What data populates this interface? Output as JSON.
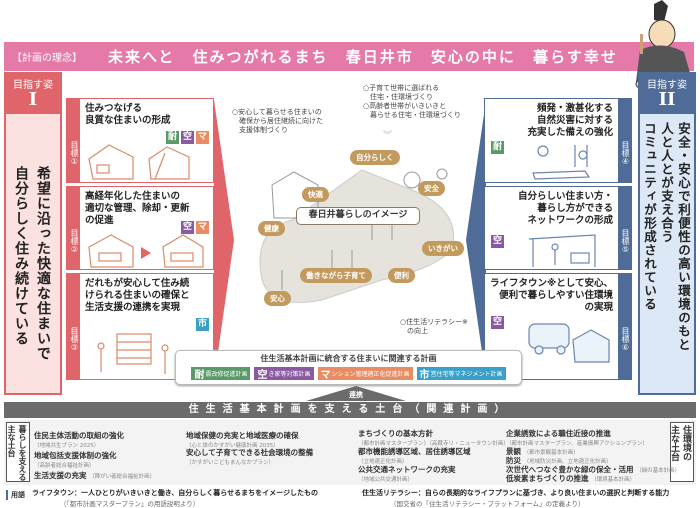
{
  "banner": {
    "label": "【計画の理念】",
    "motto": "未来へと 住みつがれるまち 春日井市 安心の中に 暮らす幸せ"
  },
  "vision_left": {
    "head": "目指す姿",
    "numeral": "I",
    "text": "希望に沿った快適な住まいで\n自分らしく住み続けている"
  },
  "vision_right": {
    "head": "目指す姿",
    "numeral": "II",
    "text": "安全・安心で利便性の高い環境のもと\n人と人とが支え合う\nコミュニティが形成されている"
  },
  "goals_left": [
    {
      "label": "目標①",
      "title": "住みつなげる\n良質な住まいの形成",
      "tags": [
        "耐",
        "空",
        "マ"
      ]
    },
    {
      "label": "目標②",
      "title": "高経年化した住まいの\n適切な管理、除却・更新\nの促進",
      "tags": [
        "空",
        "マ"
      ]
    },
    {
      "label": "目標③",
      "title": "だれもが安心して住み続\nけられる住まいの確保と\n生活支援の連携を実現",
      "tags": [
        "市"
      ]
    }
  ],
  "goals_right": [
    {
      "label": "目標④",
      "title": "頻発・激甚化する\n自然災害に対する\n充実した備えの強化",
      "tags": [
        "耐"
      ]
    },
    {
      "label": "目標⑤",
      "title": "自分らしい住まい方・\n暮らし方ができる\nネットワークの形成",
      "tags": [
        "空"
      ]
    },
    {
      "label": "目標⑥",
      "title": "ライフタウン※として安心、\n便利で暮らしやすい住環境\nの実現",
      "tags": [
        "空"
      ]
    }
  ],
  "center": {
    "note_left": "○安心して暮らせる住まいの\n　確保から居住継続に向けた\n　支援体制づくり",
    "note_top": "○子育て世帯に選ばれる\n　住宅・住環境づくり\n○高齢者世帯がいきいきと\n　暮らせる住宅・住環境づくり",
    "note_bottom": "○住生活リテラシー※\n　の向上",
    "title": "春日井暮らしのイメージ",
    "chips": [
      "自分らしく",
      "快適",
      "安全",
      "健康",
      "いきがい",
      "働きながら子育て",
      "便利",
      "安心"
    ]
  },
  "plans": {
    "heading": "住生活基本計画に統合する住まいに関連する計画",
    "items": [
      {
        "mark": "耐",
        "name": "震改修促進計画",
        "color": "#5a9a6a"
      },
      {
        "mark": "空",
        "name": "き家等対策計画",
        "color": "#8a5aa0"
      },
      {
        "mark": "マ",
        "name": "ンション管理適正化促進計画",
        "color": "#e88c64"
      },
      {
        "mark": "市",
        "name": "営住宅等マネジメント計画",
        "color": "#3aa0c8"
      }
    ]
  },
  "renkei": "連携",
  "band": "住生活基本計画を支える土台（関連計画）",
  "foundation_left": {
    "label": "暮らしを支える\n主な土台",
    "items": [
      {
        "title": "住民主体活動の取組の強化",
        "sub": "（地域共生プラン 2025）"
      },
      {
        "title": "地域包括支援体制の強化",
        "sub": "（高齢者総合福祉計画）"
      },
      {
        "title": "生活支援の充実",
        "sub": "（障がい者総合福祉計画）"
      },
      {
        "title": "地域保健の充実と地域医療の確保",
        "sub": "（心と体のかすがい健康計画 2035）"
      },
      {
        "title": "安心して子育てできる社会環境の整備",
        "sub": "（かすがいこどもまんなかプラン）"
      }
    ]
  },
  "foundation_right": {
    "label": "住環境の\n主な土台",
    "items": [
      {
        "title": "まちづくりの基本方針",
        "sub": "（都市計画マスタープラン）（高蔵寺リ・ニュータウン計画）"
      },
      {
        "title": "都市機能誘導区域、居住誘導区域",
        "sub": "（立地適正化計画）"
      },
      {
        "title": "公共交通ネットワークの充実",
        "sub": "（地域公共交通計画）"
      },
      {
        "title": "企業誘致による職住近接の推進",
        "sub": "（都市計画マスタープラン、産業振興アクションプラン）"
      },
      {
        "title": "景観",
        "sub": "（都市景観基本計画）"
      },
      {
        "title": "防災",
        "sub": "（地域防災計画、立地適正化計画）"
      },
      {
        "title": "次世代へつなぐ豊かな緑の保全・活用",
        "sub": "（緑の基本計画）"
      },
      {
        "title": "低炭素まちづくりの推進",
        "sub": "（環境基本計画）"
      }
    ]
  },
  "glossary": {
    "label": "用語",
    "lifetown": "ライフタウン：一人ひとりがいきいきと働き、自分らしく暮らせるまちをイメージしたもの",
    "lifetown_src": "（「都市計画マスタープラン」の用語説明より）",
    "literacy": "住生活リテラシー：自らの長期的なライフプランに基づき、より良い住まいの選択と判断する能力",
    "literacy_src": "（国交省の「住生活リテラシー・プラットフォーム」の定義より）"
  },
  "colors": {
    "banner": "#e57aa8",
    "vision1": "#e0656b",
    "vision2": "#4f6b98",
    "chip": "#c39a5e"
  }
}
